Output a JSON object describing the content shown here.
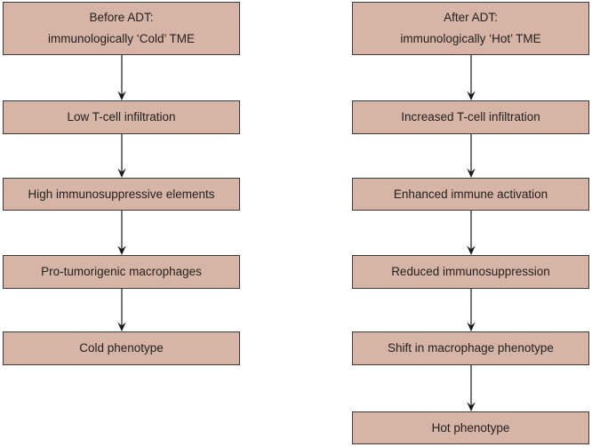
{
  "diagram": {
    "type": "flowchart",
    "background_color": "#ffffff",
    "box_fill_color": "#d6b4a6",
    "box_border_color": "#3b3b3b",
    "text_color": "#231f20",
    "arrow_color": "#1a1a1a",
    "columns": [
      {
        "id": "before-adt",
        "boxes": [
          {
            "line1": "Before ADT:",
            "line2": "immunologically ‘Cold’ TME"
          },
          {
            "label": "Low T-cell infiltration"
          },
          {
            "label": "High immunosuppressive elements"
          },
          {
            "label": "Pro-tumorigenic macrophages"
          },
          {
            "label": "Cold phenotype"
          }
        ]
      },
      {
        "id": "after-adt",
        "boxes": [
          {
            "line1": "After ADT:",
            "line2": "immunologically ‘Hot’ TME"
          },
          {
            "label": "Increased T-cell infiltration"
          },
          {
            "label": "Enhanced immune activation"
          },
          {
            "label": "Reduced immunosuppression"
          },
          {
            "label": "Shift in macrophage phenotype"
          },
          {
            "label": "Hot phenotype"
          }
        ]
      }
    ]
  }
}
